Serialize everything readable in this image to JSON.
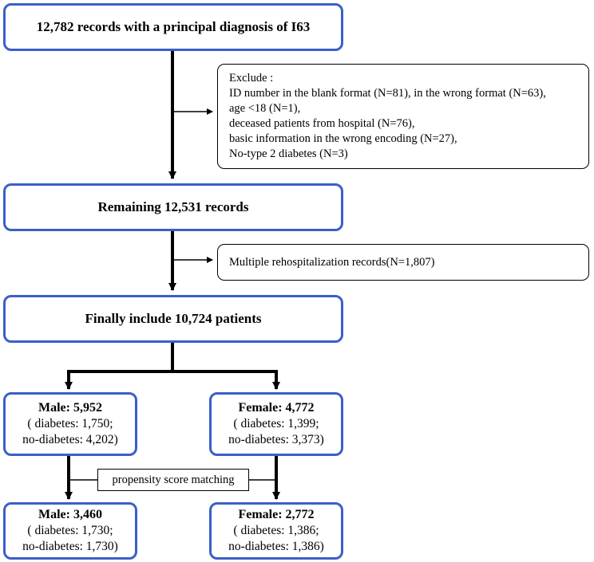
{
  "nodes": {
    "initial": "12,782 records  with a principal diagnosis  of I63",
    "exclude": {
      "heading": "Exclude :",
      "items": [
        "ID number in the blank format (N=81), in the wrong format (N=63),",
        "age <18 (N=1),",
        "deceased patients from hospital (N=76),",
        "basic information in the wrong encoding (N=27),",
        "No-type 2 diabetes (N=3)"
      ]
    },
    "remaining": "Remaining 12,531 records",
    "rehospitalization": "Multiple rehospitalization records(N=1,807)",
    "final": "Finally include 10,724 patients",
    "male_before": {
      "title": "Male: 5,952",
      "line1": "( diabetes:  1,750;",
      "line2": "no-diabetes:  4,202)"
    },
    "female_before": {
      "title": "Female: 4,772",
      "line1": "( diabetes:  1,399;",
      "line2": "no-diabetes:  3,373)"
    },
    "psm": "propensity score matching",
    "male_after": {
      "title": "Male: 3,460",
      "line1": "( diabetes:  1,730;",
      "line2": "no-diabetes:  1,730)"
    },
    "female_after": {
      "title": "Female: 2,772",
      "line1": "( diabetes:  1,386;",
      "line2": "no-diabetes:  1,386)"
    }
  },
  "colors": {
    "box_border": "#3a5fc8",
    "line": "#000000"
  }
}
